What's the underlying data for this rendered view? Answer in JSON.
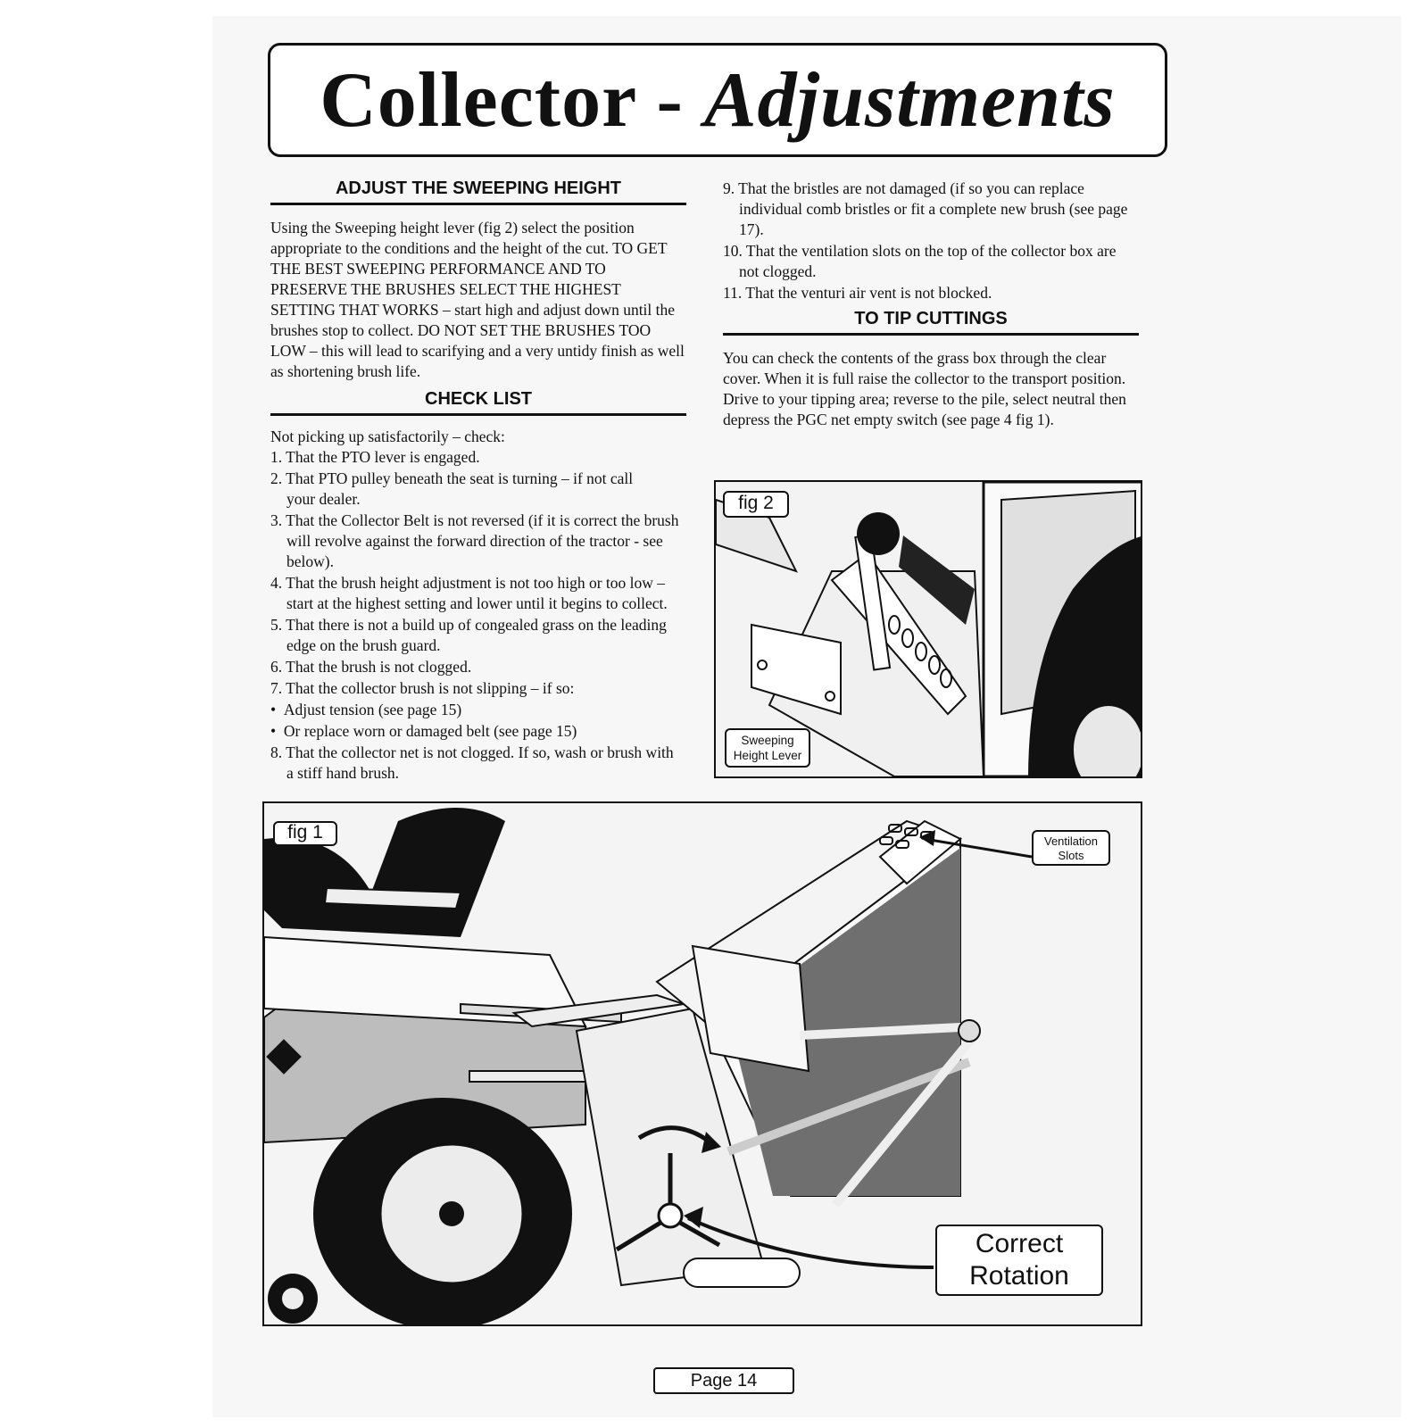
{
  "title": {
    "main": "Collector -",
    "italic": "Adjustments"
  },
  "left": {
    "sweeping_heading": "ADJUST THE SWEEPING HEIGHT",
    "sweeping_text": "Using the Sweeping height lever (fig 2) select the position appropriate to the conditions and the height of the cut. TO GET THE BEST SWEEPING PERFORMANCE AND TO PRESERVE THE BRUSHES SELECT THE HIGHEST SETTING THAT WORKS – start high and adjust down until the brushes stop to collect. DO NOT SET THE BRUSHES TOO LOW – this will lead to scarifying and a very untidy finish as well as shortening brush life.",
    "checklist_heading": "CHECK LIST",
    "checklist_intro": "Not picking up satisfactorily – check:",
    "items": [
      {
        "first": "1. That the PTO lever is engaged.",
        "cont": ""
      },
      {
        "first": "2. That PTO pulley beneath the seat is turning – if not call",
        "cont": "your dealer."
      },
      {
        "first": "3. That the Collector Belt is not reversed (if it is correct the brush",
        "cont": "will revolve against the forward direction of the tractor - see below)."
      },
      {
        "first": "4. That the brush height adjustment is not too high or too low –",
        "cont": "start at the highest setting and lower until it begins to collect."
      },
      {
        "first": "5. That there is not a build up of congealed grass on the leading",
        "cont": "edge on the brush guard."
      },
      {
        "first": "6. That the brush is not clogged.",
        "cont": ""
      },
      {
        "first": "7. That the collector brush is not slipping – if so:",
        "cont": ""
      }
    ],
    "bullets": [
      "Adjust tension (see page 15)",
      "Or replace worn or damaged belt (see page 15)"
    ],
    "item8": {
      "first": "8. That the collector net is not clogged. If so, wash or brush with",
      "cont": "a stiff hand brush."
    }
  },
  "right": {
    "items": [
      {
        "first": "9. That the bristles are not damaged (if so you can replace",
        "cont": "individual comb bristles or fit a complete new brush (see page 17)."
      },
      {
        "first": "10. That the ventilation slots on the top of the collector box are",
        "cont": "not clogged."
      },
      {
        "first": "11. That the venturi air vent is not blocked.",
        "cont": ""
      }
    ],
    "tip_heading": "TO TIP CUTTINGS",
    "tip_text": "You can check the contents of the grass box through the clear cover. When it is full raise the collector to the transport position. Drive to your tipping area; reverse to the pile, select neutral then depress the PGC net empty switch (see page 4 fig 1)."
  },
  "fig2": {
    "label": "fig 2",
    "callout_line1": "Sweeping",
    "callout_line2": "Height Lever"
  },
  "fig1": {
    "label": "fig 1",
    "vent_line1": "Ventilation",
    "vent_line2": "Slots",
    "rot_line1": "Correct",
    "rot_line2": "Rotation"
  },
  "footer": {
    "page": "Page 14"
  }
}
